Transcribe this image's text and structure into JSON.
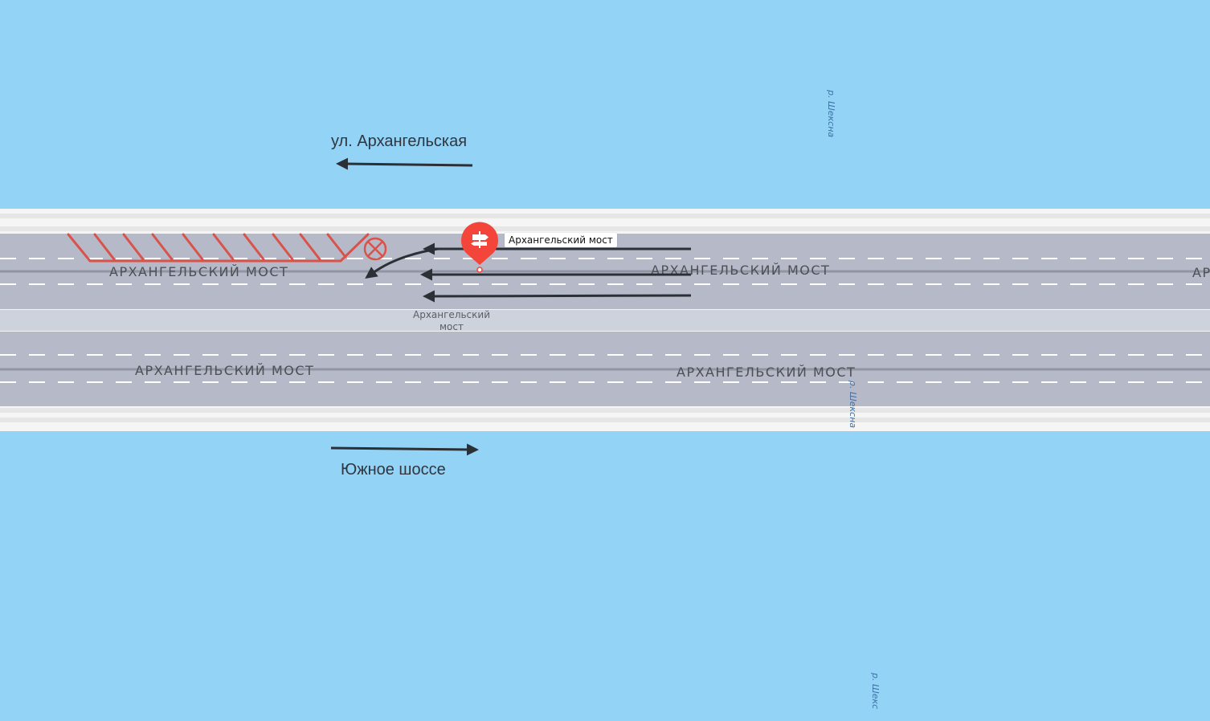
{
  "map": {
    "colors": {
      "water": "#92d3f6",
      "bridge_edge": "#f5f5f5",
      "carriageway": "#b6bac8",
      "median": "#cdd2dc",
      "closure_red": "#d9534a",
      "arrow": "#2b2f36",
      "poi_red": "#f3453a"
    },
    "road_labels": [
      "АРХАНГЕЛЬСКИЙ МОСТ",
      "АРХАНГЕЛЬСКИЙ МОСТ",
      "АР",
      "АРХАНГЕЛЬСКИЙ МОСТ",
      "АРХАНГЕЛЬСКИЙ МОСТ"
    ],
    "river_labels": [
      "р. Шексна",
      "р. Шексна",
      "р. Шекс"
    ],
    "poi": {
      "name": "Архангельский мост",
      "icon": "signpost-icon",
      "sub_label_line1": "Архангельский",
      "sub_label_line2": "мост"
    },
    "annotations": {
      "north_street": "ул. Архангельская",
      "south_street": "Южное шоссе"
    },
    "closure_icon": "blocked-lane-icon"
  }
}
